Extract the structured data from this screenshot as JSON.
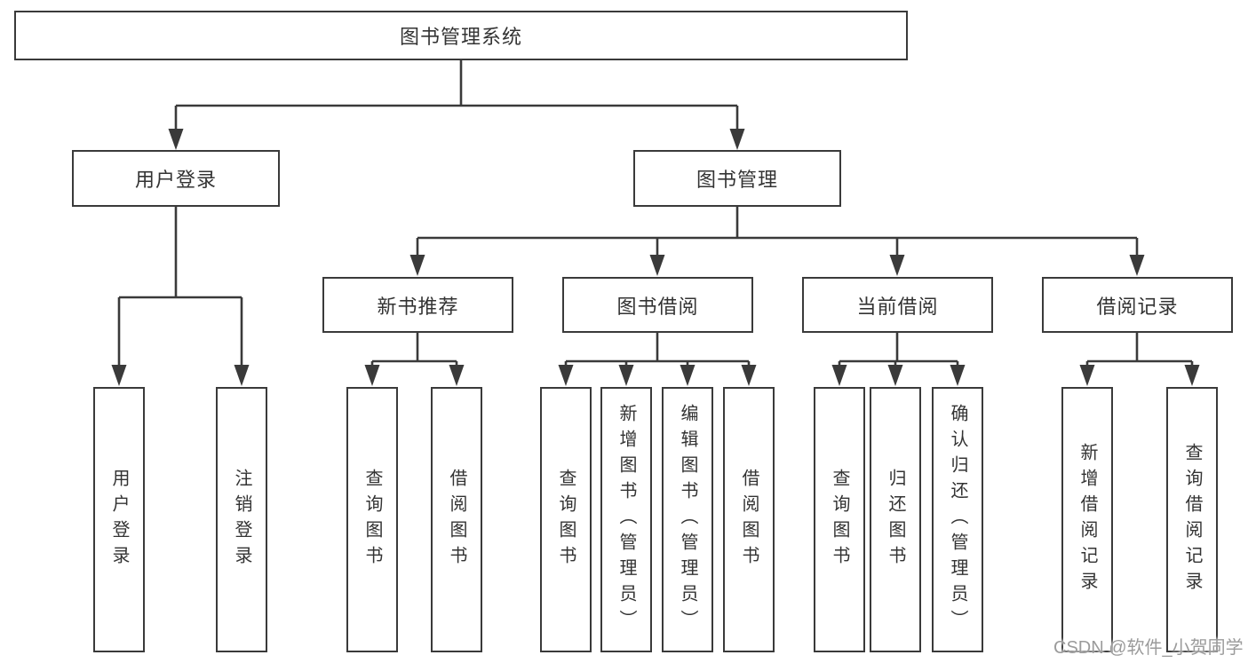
{
  "tree": {
    "label": "图书管理系统",
    "children": [
      {
        "label": "用户登录",
        "children": [
          {
            "label": "用户登录"
          },
          {
            "label": "注销登录"
          }
        ]
      },
      {
        "label": "图书管理",
        "children": [
          {
            "label": "新书推荐",
            "children": [
              {
                "label": "查询图书"
              },
              {
                "label": "借阅图书"
              }
            ]
          },
          {
            "label": "图书借阅",
            "children": [
              {
                "label": "查询图书"
              },
              {
                "label": "新增图书（管理员）"
              },
              {
                "label": "编辑图书（管理员）"
              },
              {
                "label": "借阅图书"
              }
            ]
          },
          {
            "label": "当前借阅",
            "children": [
              {
                "label": "查询图书"
              },
              {
                "label": "归还图书"
              },
              {
                "label": "确认归还（管理员）"
              }
            ]
          },
          {
            "label": "借阅记录",
            "children": [
              {
                "label": "新增借阅记录"
              },
              {
                "label": "查询借阅记录"
              }
            ]
          }
        ]
      }
    ]
  },
  "watermark": {
    "text": "CSDN @软件_小贺同学"
  },
  "colors": {
    "line": "#3a3a3a",
    "box_border": "#3a3a3a",
    "box_fill": "#ffffff",
    "text": "#333333",
    "watermark": "#9b9b9b",
    "background": "#ffffff"
  }
}
